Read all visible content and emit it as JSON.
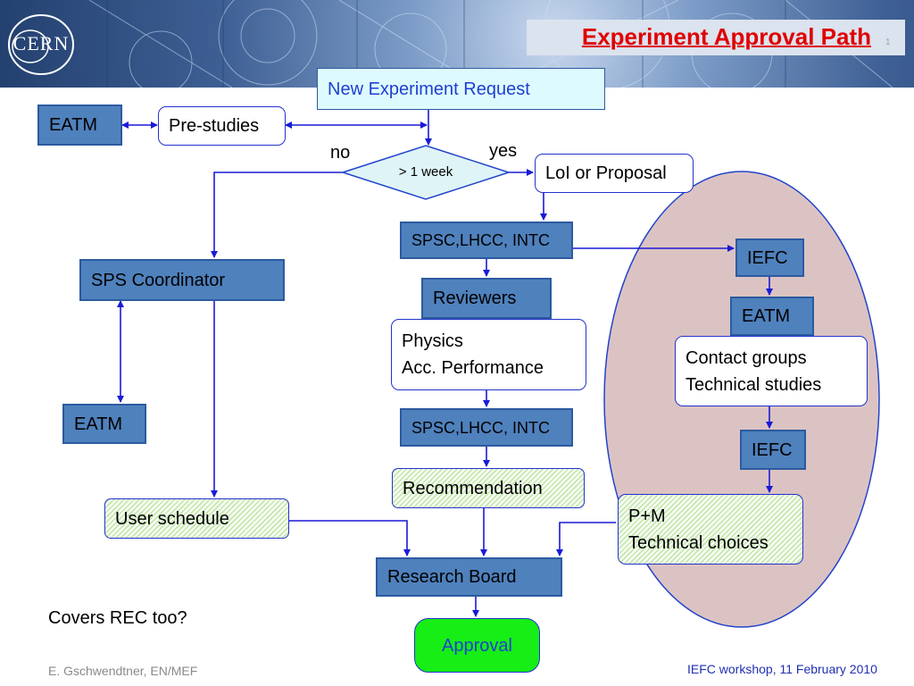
{
  "header": {
    "logo_text": "CERN",
    "title": "Experiment Approval Path",
    "slide_number": "1"
  },
  "nodes": {
    "new_request": "New Experiment Request",
    "eatm_top": "EATM",
    "pre_studies": "Pre-studies",
    "decision": "> 1 week",
    "branch_no": "no",
    "branch_yes": "yes",
    "loi": "LoI or Proposal",
    "spsc_1": "SPSC,LHCC, INTC",
    "sps_coordinator": "SPS Coordinator",
    "reviewers": "Reviewers",
    "physics_line1": "Physics",
    "physics_line2": "Acc. Performance",
    "spsc_2": "SPSC,LHCC, INTC",
    "eatm_left": "EATM",
    "recommendation": "Recommendation",
    "user_schedule": "User schedule",
    "research_board": "Research Board",
    "approval": "Approval",
    "iefc_1": "IEFC",
    "eatm_right": "EATM",
    "contact_line1": "Contact groups",
    "contact_line2": "Technical studies",
    "iefc_2": "IEFC",
    "pm_line1": "P+M",
    "pm_line2": "Technical choices"
  },
  "note": "Covers REC too?",
  "footer": {
    "author": "E. Gschwendtner, EN/MEF",
    "event": "IEFC workshop, 11 February 2010"
  },
  "colors": {
    "box_blue": "#4f81bd",
    "title_red": "#e00000",
    "approval_green": "#16ee16",
    "ellipse_fill": "#dcc3c3",
    "connector": "#1a1ad6"
  }
}
